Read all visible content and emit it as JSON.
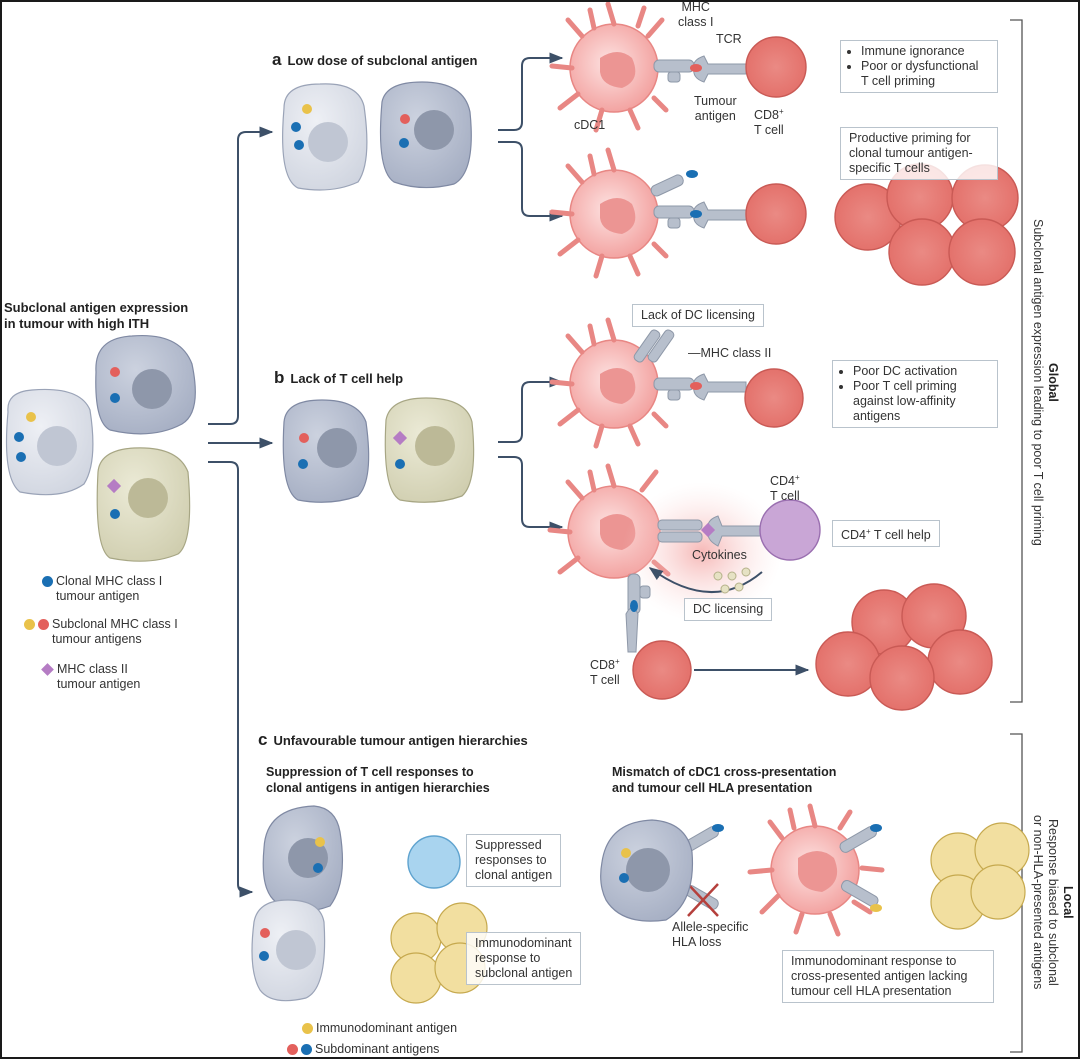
{
  "colors": {
    "clonal_antigen": "#1a6fb3",
    "subclonal_yellow": "#e9c24a",
    "subclonal_red": "#e3605c",
    "mhc2_antigen": "#b57cc4",
    "tumour_light": "#dde1ea",
    "tumour_dark": "#b4bccd",
    "tumour_khaki": "#dcdbc0",
    "dc_pink": "#f3a6a4",
    "cd8_red": "#e8807a",
    "cd4_purple": "#c9a6d6",
    "suppressed_blue": "#a9d4ef",
    "dominant_yellow": "#f2dfa0",
    "arrow": "#3d5068",
    "frame": "#1a1a1a"
  },
  "left_panel": {
    "title_line1": "Subclonal antigen expression",
    "title_line2": "in tumour with high ITH",
    "legend": [
      {
        "label_line1": "Clonal MHC class I",
        "label_line2": "tumour antigen",
        "markers": [
          "clonal"
        ]
      },
      {
        "label_line1": "Subclonal MHC class I",
        "label_line2": "tumour antigens",
        "markers": [
          "subclonal_yellow",
          "subclonal_red"
        ]
      },
      {
        "label_line1": "MHC class II",
        "label_line2": "tumour antigen",
        "markers": [
          "mhc2"
        ]
      }
    ]
  },
  "panel_a": {
    "letter": "a",
    "title": "Low dose of subclonal antigen",
    "labels": {
      "mhc_class_i_line1": "MHC",
      "mhc_class_i_line2": "class I",
      "tcr": "TCR",
      "tumour_antigen_line1": "Tumour",
      "tumour_antigen_line2": "antigen",
      "cdc1": "cDC1",
      "cd8_line1": "CD8",
      "cd8_sup": "+",
      "cd8_line2": "T cell"
    },
    "outcome_top": [
      "Immune ignorance",
      "Poor or dysfunctional T cell priming"
    ],
    "outcome_bottom_line1": "Productive priming for",
    "outcome_bottom_line2": "clonal tumour antigen-",
    "outcome_bottom_line3": "specific T cells"
  },
  "panel_b": {
    "letter": "b",
    "title": "Lack of T cell help",
    "lack_licensing": "Lack of DC licensing",
    "mhc_class_ii": "MHC class II",
    "outcome_top": [
      "Poor DC activation",
      "Poor T cell priming against low-affinity antigens"
    ],
    "cd4_line1": "CD4",
    "cd4_sup": "+",
    "cd4_line2": "T cell",
    "cd4_help_prefix": "CD4",
    "cd4_help_suffix": " T cell help",
    "cytokines": "Cytokines",
    "dc_licensing": "DC licensing",
    "cd8_line1": "CD8",
    "cd8_sup": "+",
    "cd8_line2": "T cell"
  },
  "panel_c": {
    "letter": "c",
    "title": "Unfavourable tumour antigen hierarchies",
    "left_subtitle_line1": "Suppression of T cell responses to",
    "left_subtitle_line2": "clonal antigens in antigen hierarchies",
    "suppressed_line1": "Suppressed",
    "suppressed_line2": "responses to",
    "suppressed_line3": "clonal antigen",
    "immunodominant_line1": "Immunodominant",
    "immunodominant_line2": "response to",
    "immunodominant_line3": "subclonal antigen",
    "legend_immunodominant": "Immunodominant antigen",
    "legend_subdominant": "Subdominant antigens",
    "right_subtitle_line1": "Mismatch of cDC1 cross-presentation",
    "right_subtitle_line2": "and tumour cell HLA presentation",
    "hla_loss_line1": "Allele-specific",
    "hla_loss_line2": "HLA loss",
    "cross_line1": "Immunodominant response to",
    "cross_line2": "cross-presented antigen lacking",
    "cross_line3": "tumour cell HLA presentation"
  },
  "side_brackets": {
    "global_title": "Global",
    "global_text": "Subclonal antigen expression leading to poor T cell priming",
    "local_title": "Local",
    "local_text_line1": "Response biased to subclonal",
    "local_text_line2": "or non-HLA-presented antigens"
  }
}
